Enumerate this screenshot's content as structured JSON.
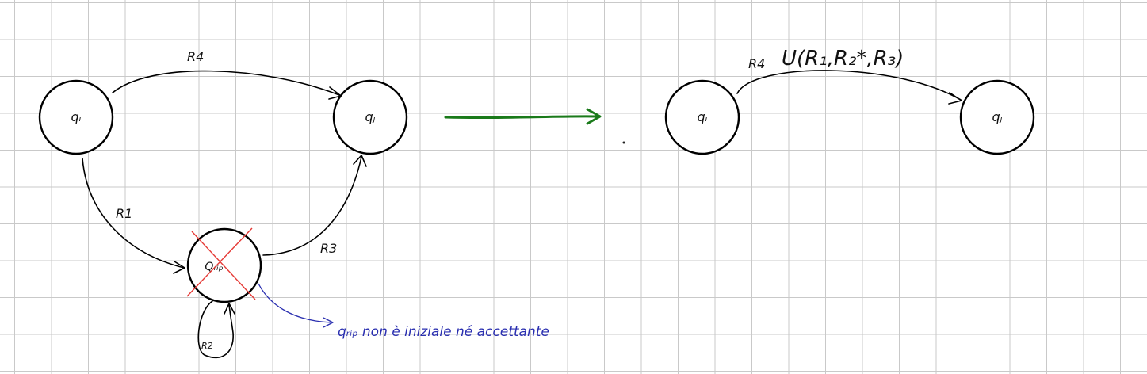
{
  "left": {
    "state_i": "qᵢ",
    "state_j": "qⱼ",
    "state_rip": "Qᵣᵢₚ",
    "edge_i_j": "R4",
    "edge_i_rip": "R1",
    "edge_rip_j": "R3",
    "loop_rip": "R2"
  },
  "right": {
    "state_i": "qᵢ",
    "state_j": "qⱼ",
    "edge_label_r4": "R4",
    "edge_label_union": "U(R₁,R₂*,R₃)"
  },
  "note": {
    "text": "qᵣᵢₚ non è iniziale né accettante"
  },
  "colors": {
    "transform_arrow": "#1a7a1a",
    "note": "#2a2fb0",
    "cross": "#e53935",
    "ink": "#000000"
  }
}
